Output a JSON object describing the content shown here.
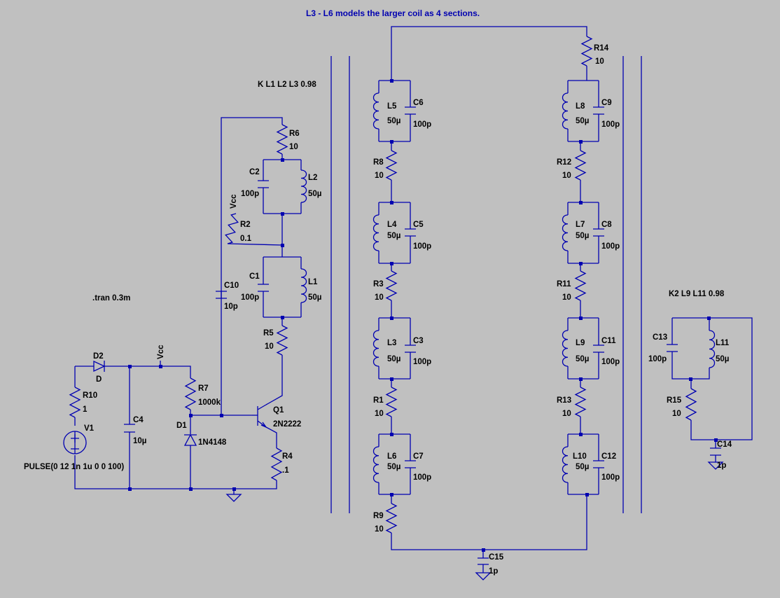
{
  "schematic": {
    "header_comment": "L3 - L6 models the larger coil as 4 sections.",
    "directives": {
      "coupling_k1": "K  L1 L2 L3 0.98",
      "coupling_k2": "K2 L9 L11 0.98",
      "tran": ".tran 0.3m"
    },
    "source": {
      "ref": "V1",
      "value": "PULSE(0 12 1n 1u 0 0 100)"
    },
    "net_labels": {
      "vcc_top": "Vcc",
      "vcc_r2": "Vcc"
    },
    "components": {
      "R10": {
        "ref": "R10",
        "value": "1"
      },
      "D2": {
        "ref": "D2",
        "value": "D"
      },
      "C4": {
        "ref": "C4",
        "value": "10µ"
      },
      "R7": {
        "ref": "R7",
        "value": "1000k"
      },
      "D1": {
        "ref": "D1",
        "value": "1N4148"
      },
      "Q1": {
        "ref": "Q1",
        "value": "2N2222"
      },
      "R4": {
        "ref": "R4",
        "value": ".1"
      },
      "R5": {
        "ref": "R5",
        "value": "10"
      },
      "C10": {
        "ref": "C10",
        "value": "10p"
      },
      "R2": {
        "ref": "R2",
        "value": "0.1"
      },
      "R6": {
        "ref": "R6",
        "value": "10"
      },
      "C2": {
        "ref": "C2",
        "value": "100p"
      },
      "L2": {
        "ref": "L2",
        "value": "50µ"
      },
      "C1": {
        "ref": "C1",
        "value": "100p"
      },
      "L1": {
        "ref": "L1",
        "value": "50µ"
      },
      "L5": {
        "ref": "L5",
        "value": "50µ"
      },
      "C6": {
        "ref": "C6",
        "value": "100p"
      },
      "R8": {
        "ref": "R8",
        "value": "10"
      },
      "L4": {
        "ref": "L4",
        "value": "50µ"
      },
      "C5": {
        "ref": "C5",
        "value": "100p"
      },
      "R3": {
        "ref": "R3",
        "value": "10"
      },
      "L3": {
        "ref": "L3",
        "value": "50µ"
      },
      "C3": {
        "ref": "C3",
        "value": "100p"
      },
      "R1": {
        "ref": "R1",
        "value": "10"
      },
      "L6": {
        "ref": "L6",
        "value": "50µ"
      },
      "C7": {
        "ref": "C7",
        "value": "100p"
      },
      "R9": {
        "ref": "R9",
        "value": "10"
      },
      "C15": {
        "ref": "C15",
        "value": "1p"
      },
      "R14": {
        "ref": "R14",
        "value": "10"
      },
      "L8": {
        "ref": "L8",
        "value": "50µ"
      },
      "C9": {
        "ref": "C9",
        "value": "100p"
      },
      "R12": {
        "ref": "R12",
        "value": "10"
      },
      "L7": {
        "ref": "L7",
        "value": "50µ"
      },
      "C8": {
        "ref": "C8",
        "value": "100p"
      },
      "R11": {
        "ref": "R11",
        "value": "10"
      },
      "L9": {
        "ref": "L9",
        "value": "50µ"
      },
      "C11": {
        "ref": "C11",
        "value": "100p"
      },
      "R13": {
        "ref": "R13",
        "value": "10"
      },
      "L10": {
        "ref": "L10",
        "value": "50µ"
      },
      "C12": {
        "ref": "C12",
        "value": "100p"
      },
      "C13": {
        "ref": "C13",
        "value": "100p"
      },
      "L11": {
        "ref": "L11",
        "value": "50µ"
      },
      "R15": {
        "ref": "R15",
        "value": "10"
      },
      "C14": {
        "ref": "C14",
        "value": "1p"
      }
    }
  },
  "colors": {
    "background": "#c0c0c0",
    "wire": "#0000b0",
    "label": "#000000",
    "comment": "#0000b0"
  }
}
